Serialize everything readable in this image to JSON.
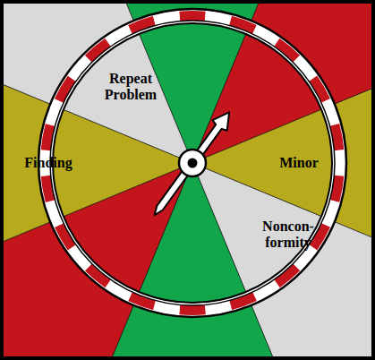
{
  "diagram": {
    "labels": [
      "Repeat Problem",
      "Finding",
      "Minor",
      "Noncon- formity"
    ]
  }
}
